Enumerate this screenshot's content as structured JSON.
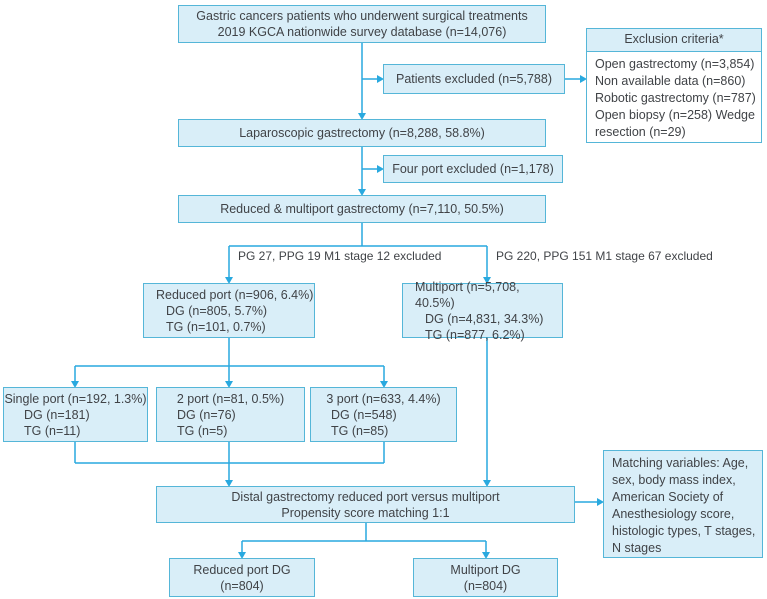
{
  "colors": {
    "box_fill": "#d9eef8",
    "box_border": "#55b6d8",
    "connector_line": "#29a9df",
    "text": "#404347"
  },
  "nodes": {
    "source": {
      "line1": "Gastric cancers patients who underwent surgical treatments",
      "line2": "2019 KGCA nationwide survey database (n=14,076)"
    },
    "patients_excluded": "Patients excluded (n=5,788)",
    "exclusion": {
      "title": "Exclusion criteria*",
      "items": [
        "Open gastrectomy (n=3,854)",
        "Non available data (n=860)",
        "Robotic gastrectomy (n=787)",
        "Open biopsy (n=258)",
        "Wedge resection (n=29)"
      ]
    },
    "laparoscopic": "Laparoscopic gastrectomy (n=8,288, 58.8%)",
    "four_port_excluded": "Four port excluded (n=1,178)",
    "reduced_multiport": "Reduced & multiport gastrectomy (n=7,110, 50.5%)",
    "left_branch_note": {
      "line1": "PG 27, PPG 19",
      "line2": "M1 stage 12 excluded"
    },
    "right_branch_note": {
      "line1": "PG 220, PPG 151",
      "line2": "M1 stage 67 excluded"
    },
    "reduced_port": {
      "line1": "Reduced port (n=906, 6.4%)",
      "line2": "DG (n=805, 5.7%)",
      "line3": "TG (n=101, 0.7%)"
    },
    "multiport": {
      "line1": "Multiport (n=5,708, 40.5%)",
      "line2": "DG (n=4,831, 34.3%)",
      "line3": "TG (n=877, 6.2%)"
    },
    "single_port": {
      "line1": "Single port (n=192, 1.3%)",
      "line2": "DG (n=181)",
      "line3": "TG (n=11)"
    },
    "two_port": {
      "line1": "2 port (n=81, 0.5%)",
      "line2": "DG (n=76)",
      "line3": "TG (n=5)"
    },
    "three_port": {
      "line1": "3 port (n=633, 4.4%)",
      "line2": "DG (n=548)",
      "line3": "TG (n=85)"
    },
    "propensity": {
      "line1": "Distal gastrectomy reduced port versus multiport",
      "line2": "Propensity score matching 1:1"
    },
    "matching": {
      "lines": [
        "Matching variables:",
        "Age, sex, body mass index,",
        "American Society of",
        "Anesthesiology score,",
        "histologic types, T stages,",
        "N stages"
      ]
    },
    "reduced_dg": {
      "line1": "Reduced port DG",
      "line2": "(n=804)"
    },
    "multiport_dg": {
      "line1": "Multiport DG",
      "line2": "(n=804)"
    }
  }
}
